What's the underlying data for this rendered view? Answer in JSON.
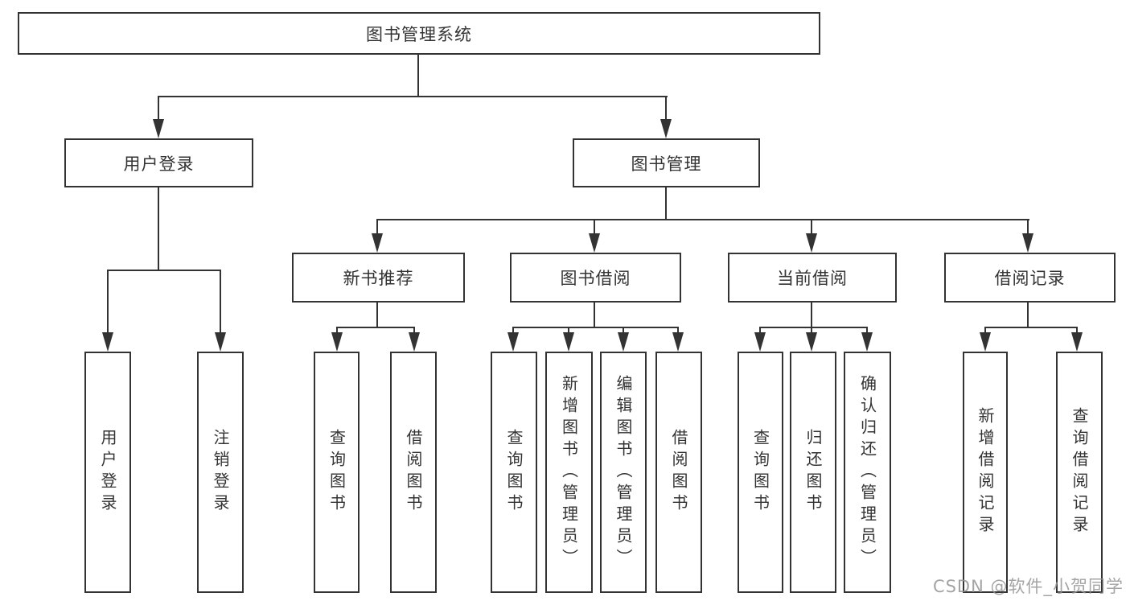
{
  "colors": {
    "line": "#333333",
    "text": "#333333",
    "watermark": "#949494",
    "background": "#ffffff"
  },
  "diagram": {
    "root": {
      "label": "图书管理系统"
    },
    "level2": [
      {
        "label": "用户登录"
      },
      {
        "label": "图书管理"
      }
    ],
    "level3": [
      {
        "label": "新书推荐"
      },
      {
        "label": "图书借阅"
      },
      {
        "label": "当前借阅"
      },
      {
        "label": "借阅记录"
      }
    ],
    "leaves": [
      {
        "label": "用户登录"
      },
      {
        "label": "注销登录"
      },
      {
        "label": "查询图书"
      },
      {
        "label": "借阅图书"
      },
      {
        "label": "查询图书"
      },
      {
        "label": "新增图书（管理员）"
      },
      {
        "label": "编辑图书（管理员）"
      },
      {
        "label": "借阅图书"
      },
      {
        "label": "查询图书"
      },
      {
        "label": "归还图书"
      },
      {
        "label": "确认归还（管理员）"
      },
      {
        "label": "新增借阅记录"
      },
      {
        "label": "查询借阅记录"
      }
    ],
    "watermark": "CSDN @软件_小贺同学"
  }
}
